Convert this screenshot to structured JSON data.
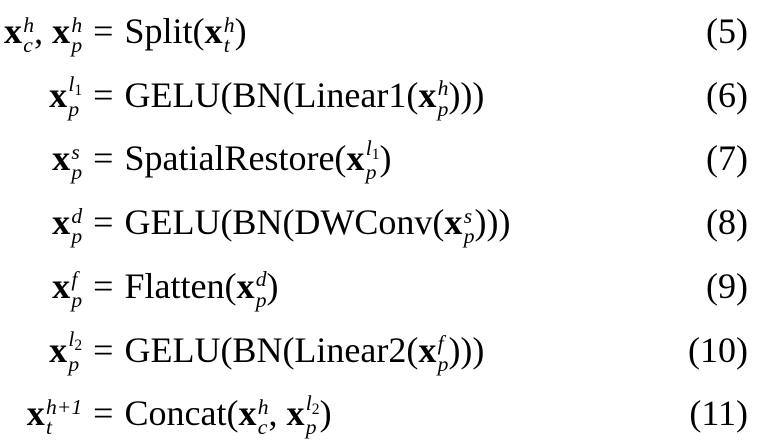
{
  "page": {
    "background": "#ffffff",
    "text_color": "#000000",
    "equals": "="
  },
  "equations": [
    {
      "number": "(5)",
      "lhs": [
        {
          "t": "var",
          "base": "x",
          "sub": "c",
          "sup": "h"
        },
        {
          "t": "txt",
          "v": ", "
        },
        {
          "t": "var",
          "base": "x",
          "sub": "p",
          "sup": "h"
        }
      ],
      "rhs": [
        {
          "t": "txt",
          "v": "Split("
        },
        {
          "t": "var",
          "base": "x",
          "sub": "t",
          "sup": "h"
        },
        {
          "t": "txt",
          "v": ")"
        }
      ]
    },
    {
      "number": "(6)",
      "lhs": [
        {
          "t": "var",
          "base": "x",
          "sub": "p",
          "sup": {
            "text": "l",
            "sub": "1"
          }
        }
      ],
      "rhs": [
        {
          "t": "txt",
          "v": "GELU(BN(Linear1("
        },
        {
          "t": "var",
          "base": "x",
          "sub": "p",
          "sup": "h"
        },
        {
          "t": "txt",
          "v": ")))"
        }
      ]
    },
    {
      "number": "(7)",
      "lhs": [
        {
          "t": "var",
          "base": "x",
          "sub": "p",
          "sup": "s"
        }
      ],
      "rhs": [
        {
          "t": "txt",
          "v": "SpatialRestore("
        },
        {
          "t": "var",
          "base": "x",
          "sub": "p",
          "sup": {
            "text": "l",
            "sub": "1"
          }
        },
        {
          "t": "txt",
          "v": ")"
        }
      ]
    },
    {
      "number": "(8)",
      "lhs": [
        {
          "t": "var",
          "base": "x",
          "sub": "p",
          "sup": "d"
        }
      ],
      "rhs": [
        {
          "t": "txt",
          "v": "GELU(BN(DWConv("
        },
        {
          "t": "var",
          "base": "x",
          "sub": "p",
          "sup": "s"
        },
        {
          "t": "txt",
          "v": ")))"
        }
      ]
    },
    {
      "number": "(9)",
      "lhs": [
        {
          "t": "var",
          "base": "x",
          "sub": "p",
          "sup": "f"
        }
      ],
      "rhs": [
        {
          "t": "txt",
          "v": "Flatten("
        },
        {
          "t": "var",
          "base": "x",
          "sub": "p",
          "sup": "d"
        },
        {
          "t": "txt",
          "v": ")"
        }
      ]
    },
    {
      "number": "(10)",
      "lhs": [
        {
          "t": "var",
          "base": "x",
          "sub": "p",
          "sup": {
            "text": "l",
            "sub": "2"
          }
        }
      ],
      "rhs": [
        {
          "t": "txt",
          "v": "GELU(BN(Linear2("
        },
        {
          "t": "var",
          "base": "x",
          "sub": "p",
          "sup": "f"
        },
        {
          "t": "txt",
          "v": ")))"
        }
      ]
    },
    {
      "number": "(11)",
      "lhs": [
        {
          "t": "var",
          "base": "x",
          "sub": "t",
          "sup": "h+1"
        }
      ],
      "rhs": [
        {
          "t": "txt",
          "v": "Concat("
        },
        {
          "t": "var",
          "base": "x",
          "sub": "c",
          "sup": "h"
        },
        {
          "t": "txt",
          "v": ", "
        },
        {
          "t": "var",
          "base": "x",
          "sub": "p",
          "sup": {
            "text": "l",
            "sub": "2"
          }
        },
        {
          "t": "txt",
          "v": ")"
        }
      ]
    }
  ]
}
